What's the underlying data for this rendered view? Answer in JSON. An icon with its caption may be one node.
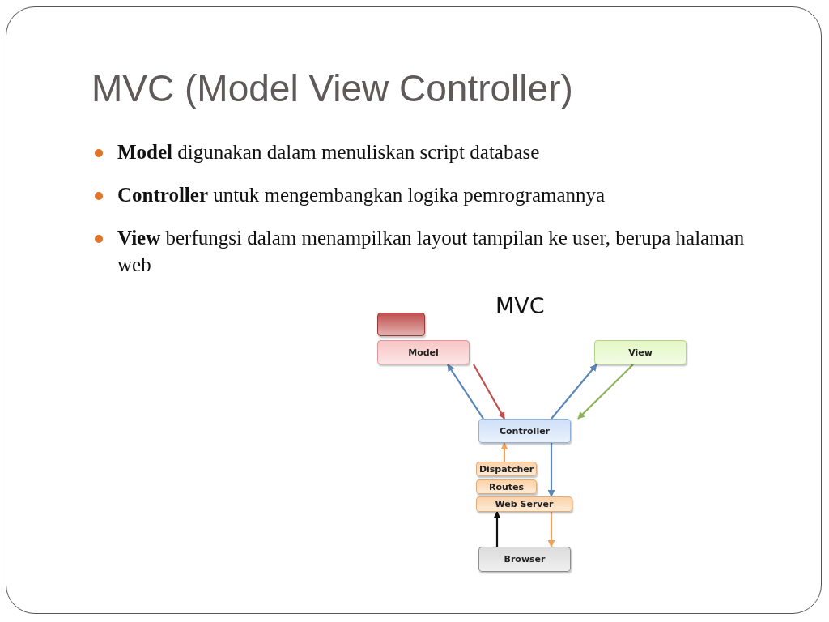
{
  "diagram": {
    "title": "MVC (Model View Controller)",
    "nodes": [
      {
        "text": [],
        "shape": "box"
      },
      {
        "text": [
          "Model"
        ]
      },
      {
        "text": [
          "View"
        ]
      },
      {
        "text": [
          "Controller"
        ]
      },
      {
        "text": [
          "Dispatcher"
        ]
      },
      {
        "text": [
          "Routes"
        ]
      },
      {
        "text": [
          "Web Server"
        ]
      },
      {
        "text": [
          "Browser"
        ]
      }
    ],
    "edges": [
      {
        "from": 3,
        "to": 1,
        "arrow": "to",
        "color": "#5b86b8"
      },
      {
        "from": 1,
        "to": 3,
        "arrow": "to",
        "color": "#c0504d"
      },
      {
        "from": 3,
        "to": 2,
        "arrow": "to",
        "color": "#5b86b8"
      },
      {
        "from": 2,
        "to": 3,
        "arrow": "to",
        "color": "#8db35a"
      },
      {
        "from": 4,
        "to": 3,
        "arrow": "to",
        "color": "#f0a25a"
      },
      {
        "from": 3,
        "to": 6,
        "arrow": "to",
        "color": "#5b86b8"
      },
      {
        "from": 7,
        "to": 6,
        "arrow": "to",
        "color": "#111111"
      },
      {
        "from": 6,
        "to": 7,
        "arrow": "to",
        "color": "#f0a25a"
      }
    ],
    "labels": [
      "**Model** digunakan dalam menuliskan script database",
      "**Controller** untuk mengembangkan logika pemrogramannya",
      "**View** berfungsi dalam menampilkan layout tampilan ke user, berupa halaman web",
      "MVC"
    ]
  }
}
